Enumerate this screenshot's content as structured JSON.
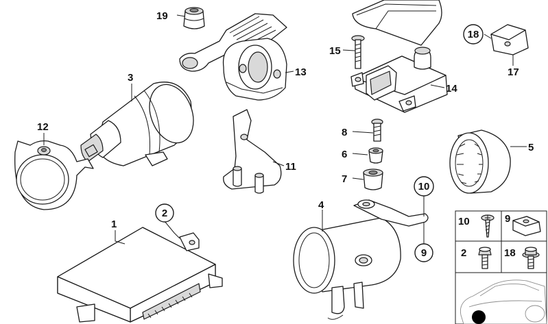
{
  "labels": {
    "l1": "1",
    "l2": "2",
    "l3": "3",
    "l4": "4",
    "l5": "5",
    "l6": "6",
    "l7": "7",
    "l8": "8",
    "l9": "9",
    "l10": "10",
    "l11": "11",
    "l12": "12",
    "l13": "13",
    "l14": "14",
    "l15": "15",
    "l17": "17",
    "l18": "18",
    "l19": "19"
  },
  "legend": {
    "cell_10": "10",
    "cell_9": "9",
    "cell_2": "2",
    "cell_18": "18"
  }
}
